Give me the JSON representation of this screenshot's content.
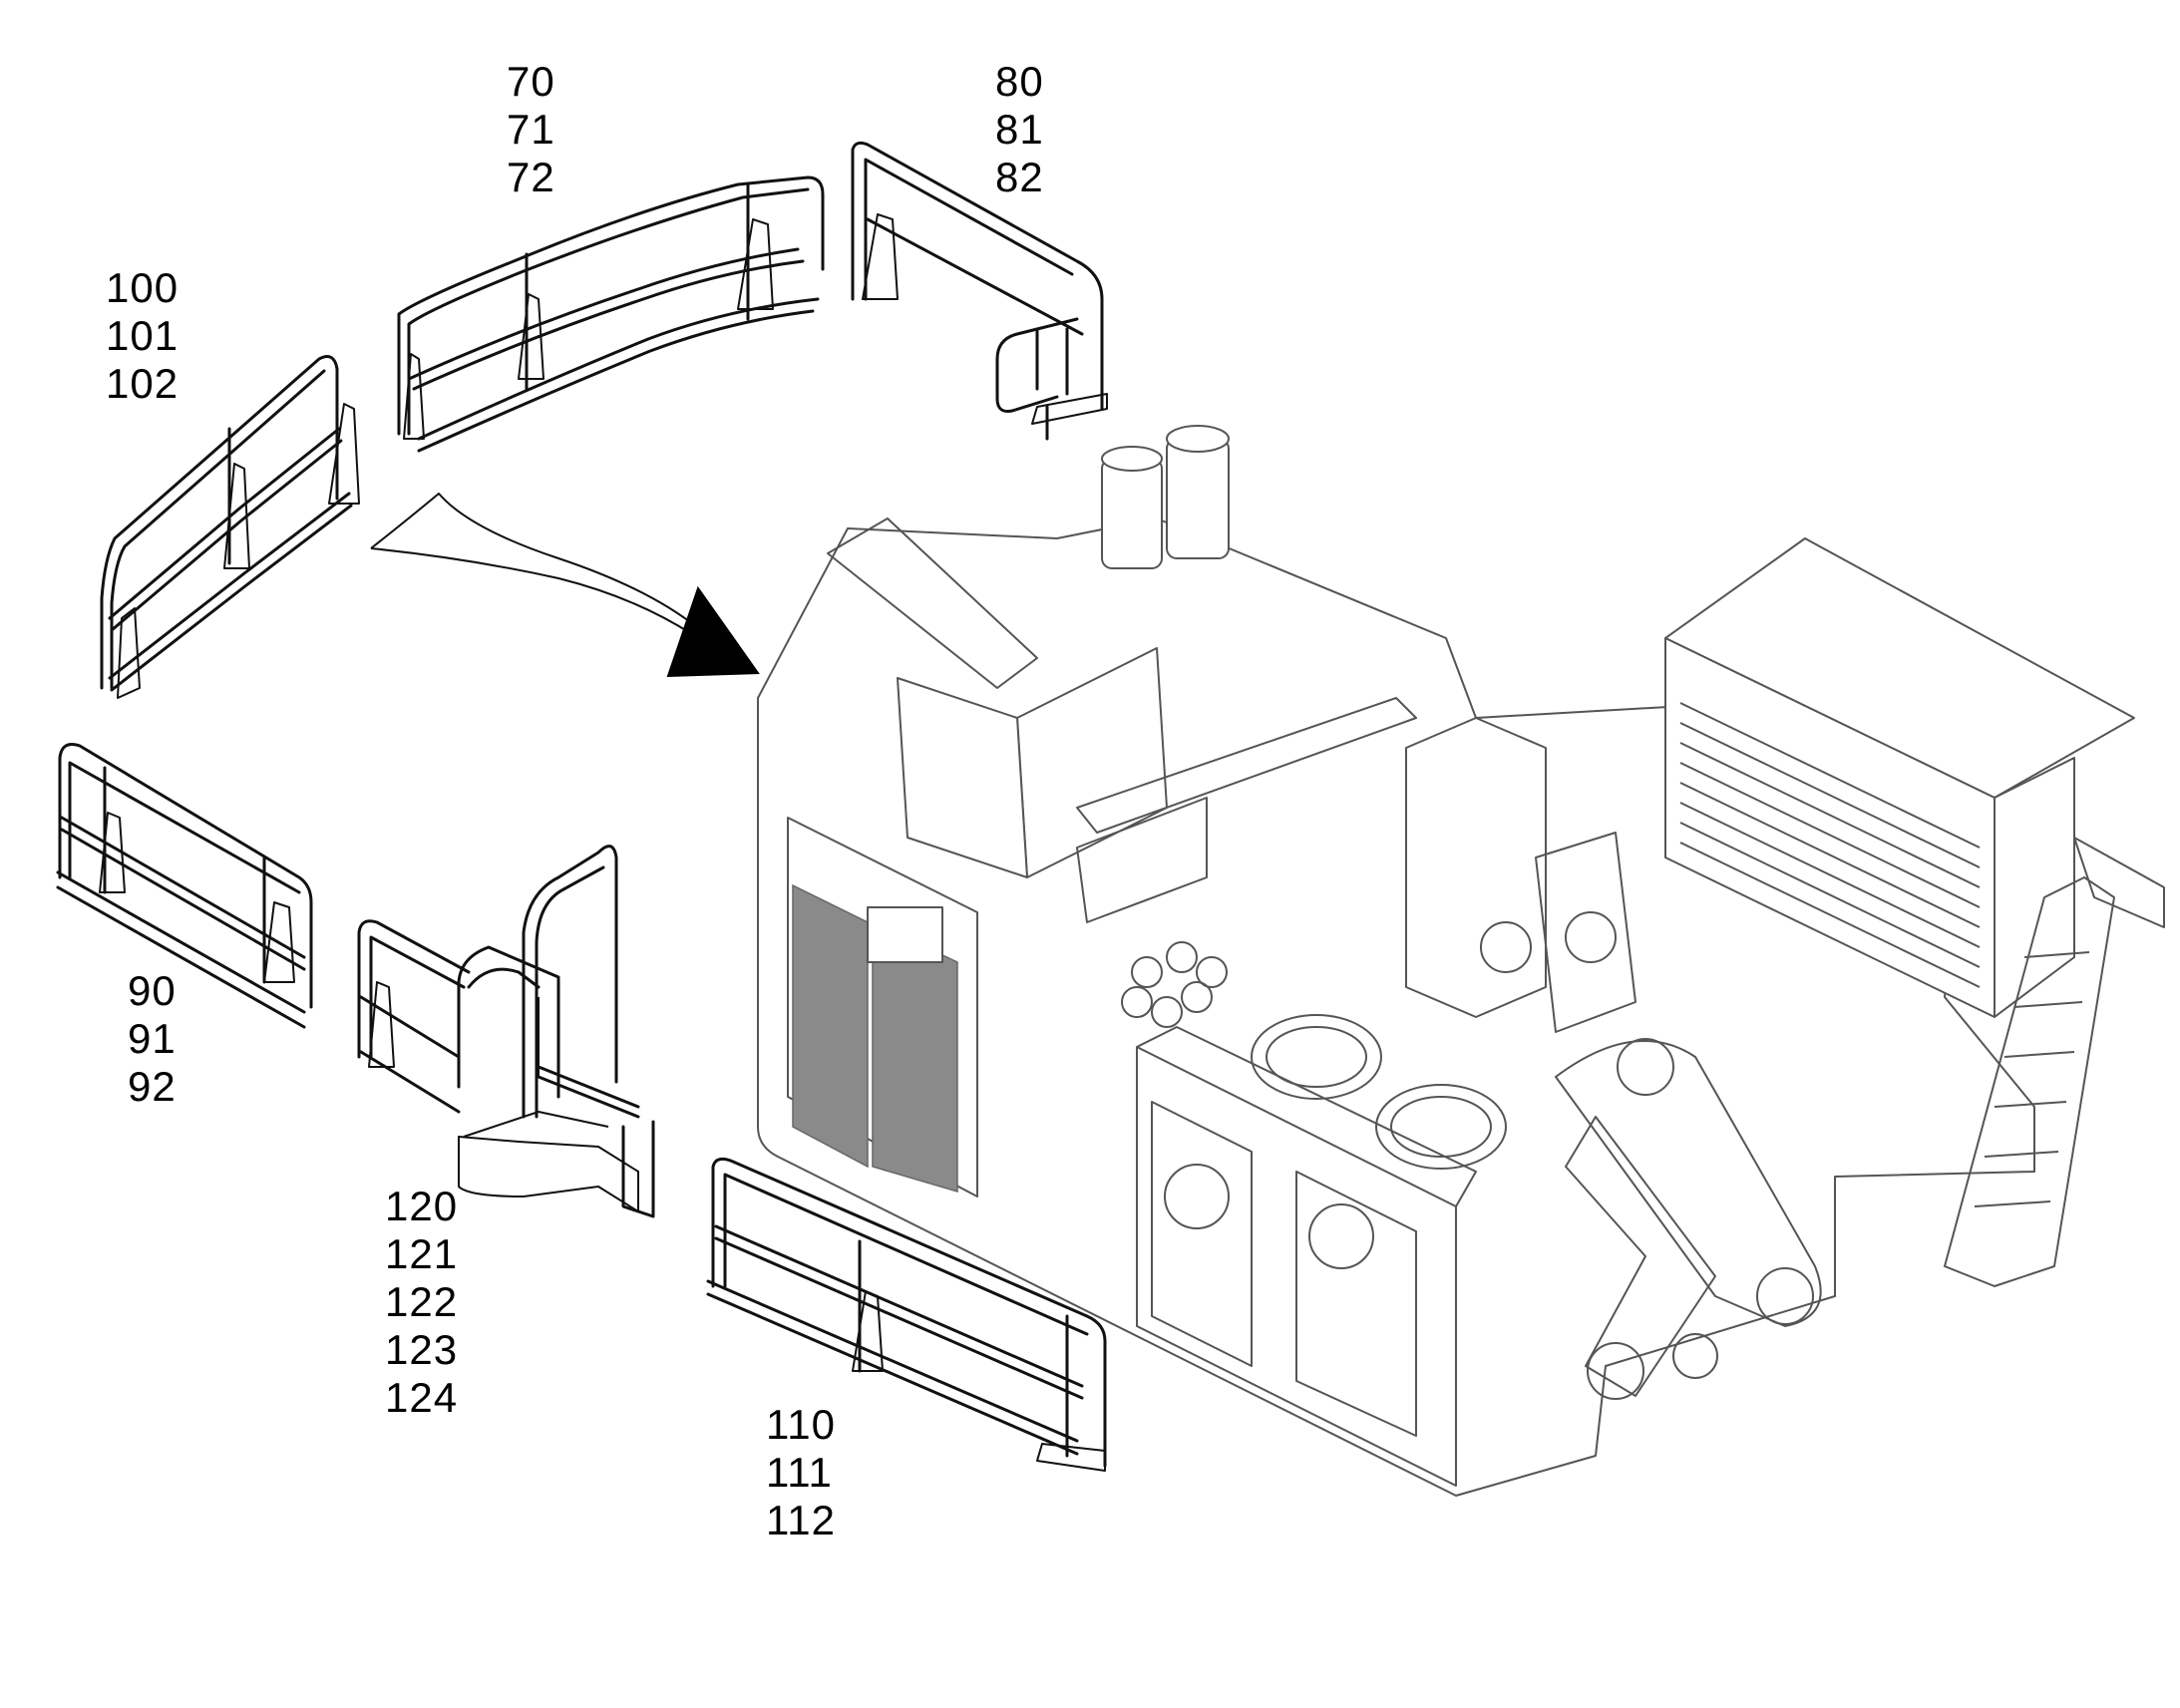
{
  "callouts": {
    "guardrail_70": [
      "70",
      "71",
      "72"
    ],
    "guardrail_80": [
      "80",
      "81",
      "82"
    ],
    "guardrail_100": [
      "100",
      "101",
      "102"
    ],
    "guardrail_90": [
      "90",
      "91",
      "92"
    ],
    "guardrail_120": [
      "120",
      "121",
      "122",
      "123",
      "124"
    ],
    "guardrail_110": [
      "110",
      "111",
      "112"
    ]
  },
  "colors": {
    "line": "#111111",
    "machine_line": "#555555",
    "grill_fill": "#8a8a8a",
    "background": "#ffffff"
  }
}
